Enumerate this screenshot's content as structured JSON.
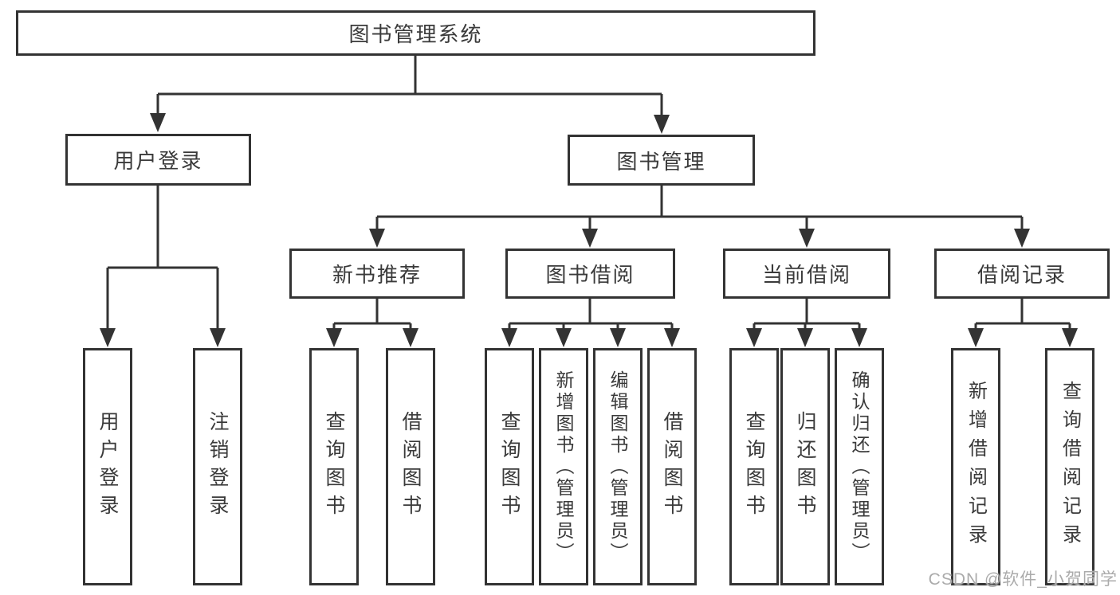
{
  "colors": {
    "line": "#333333",
    "text": "#3a3a3a",
    "background": "#ffffff",
    "watermark": "#ababab"
  },
  "watermark": {
    "text": "CSDN @软件_小贺同学"
  },
  "diagram": {
    "type": "tree",
    "root": {
      "label": "图书管理系统"
    },
    "branches": [
      {
        "label": "用户登录",
        "children": [
          {
            "label": "用户登录"
          },
          {
            "label": "注销登录"
          }
        ]
      },
      {
        "label": "图书管理",
        "children": [
          {
            "label": "新书推荐",
            "children": [
              {
                "label": "查询图书"
              },
              {
                "label": "借阅图书"
              }
            ]
          },
          {
            "label": "图书借阅",
            "children": [
              {
                "label": "查询图书"
              },
              {
                "label": "新增图书（管理员）"
              },
              {
                "label": "编辑图书（管理员）"
              },
              {
                "label": "借阅图书"
              }
            ]
          },
          {
            "label": "当前借阅",
            "children": [
              {
                "label": "查询图书"
              },
              {
                "label": "归还图书"
              },
              {
                "label": "确认归还（管理员）"
              }
            ]
          },
          {
            "label": "借阅记录",
            "children": [
              {
                "label": "新增借阅记录"
              },
              {
                "label": "查询借阅记录"
              }
            ]
          }
        ]
      }
    ]
  }
}
